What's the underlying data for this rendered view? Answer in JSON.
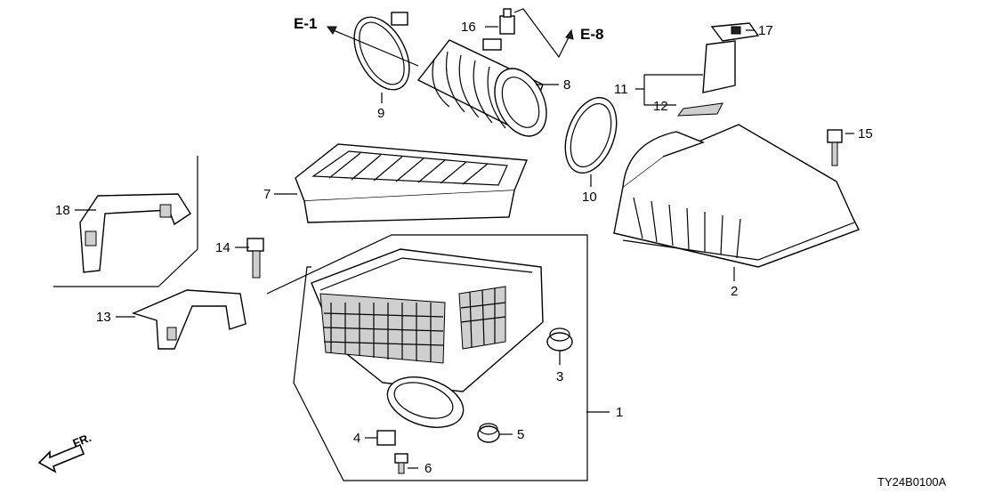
{
  "callouts": [
    {
      "id": "1",
      "label": "1"
    },
    {
      "id": "2",
      "label": "2"
    },
    {
      "id": "3",
      "label": "3"
    },
    {
      "id": "4",
      "label": "4"
    },
    {
      "id": "5",
      "label": "5"
    },
    {
      "id": "6",
      "label": "6"
    },
    {
      "id": "7",
      "label": "7"
    },
    {
      "id": "8",
      "label": "8"
    },
    {
      "id": "9",
      "label": "9"
    },
    {
      "id": "10",
      "label": "10"
    },
    {
      "id": "11",
      "label": "11"
    },
    {
      "id": "12",
      "label": "12"
    },
    {
      "id": "13",
      "label": "13"
    },
    {
      "id": "14",
      "label": "14"
    },
    {
      "id": "15",
      "label": "15"
    },
    {
      "id": "16",
      "label": "16"
    },
    {
      "id": "17",
      "label": "17"
    },
    {
      "id": "18",
      "label": "18"
    }
  ],
  "references": {
    "e1": "E-1",
    "e8": "E-8"
  },
  "direction": "FR.",
  "diagram_code": "TY24B0100A"
}
